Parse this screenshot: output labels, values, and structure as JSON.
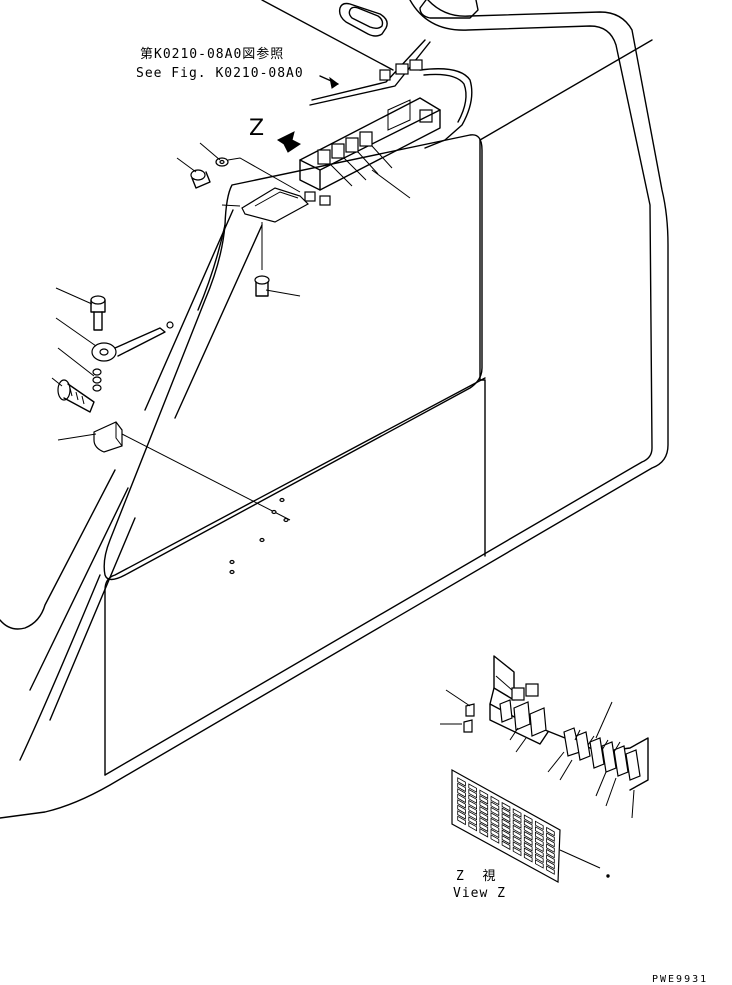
{
  "reference": {
    "line1": "第K0210-08A0図参照",
    "line2": "See Fig. K0210-08A0"
  },
  "view_marker": "Z",
  "view_caption": {
    "line1": "Z  視",
    "line2": "View Z"
  },
  "drawing_code": "PWE9931"
}
